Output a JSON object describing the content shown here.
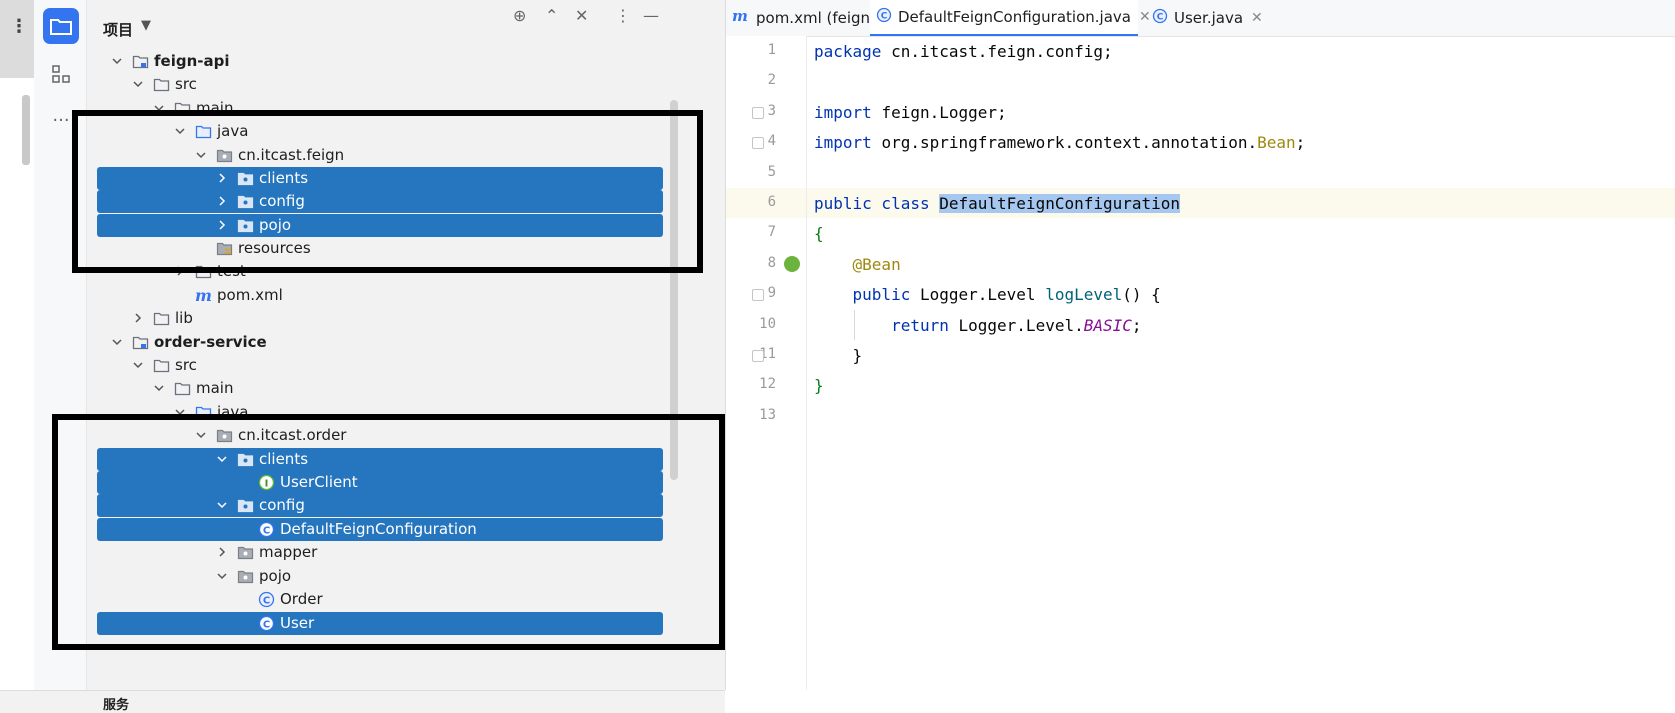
{
  "project_panel": {
    "title": "项目",
    "tree": [
      {
        "label": "feign-api",
        "type": "module",
        "bold": true,
        "expanded": true,
        "selected": false
      },
      {
        "label": "src",
        "type": "folder",
        "expanded": true,
        "selected": false
      },
      {
        "label": "main",
        "type": "folder",
        "expanded": true,
        "selected": false
      },
      {
        "label": "java",
        "type": "source-folder",
        "expanded": true,
        "selected": false
      },
      {
        "label": "cn.itcast.feign",
        "type": "package",
        "expanded": true,
        "selected": false
      },
      {
        "label": "clients",
        "type": "package",
        "expanded": false,
        "selected": true
      },
      {
        "label": "config",
        "type": "package",
        "expanded": false,
        "selected": true
      },
      {
        "label": "pojo",
        "type": "package",
        "expanded": false,
        "selected": true
      },
      {
        "label": "resources",
        "type": "resources",
        "expanded": null,
        "selected": false
      },
      {
        "label": "test",
        "type": "folder",
        "expanded": false,
        "selected": false
      },
      {
        "label": "pom.xml",
        "type": "maven",
        "expanded": null,
        "selected": false
      },
      {
        "label": "lib",
        "type": "folder",
        "expanded": false,
        "selected": false
      },
      {
        "label": "order-service",
        "type": "module",
        "bold": true,
        "expanded": true,
        "selected": false
      },
      {
        "label": "src",
        "type": "folder",
        "expanded": true,
        "selected": false
      },
      {
        "label": "main",
        "type": "folder",
        "expanded": true,
        "selected": false
      },
      {
        "label": "java",
        "type": "source-folder",
        "expanded": true,
        "selected": false
      },
      {
        "label": "cn.itcast.order",
        "type": "package",
        "expanded": true,
        "selected": false
      },
      {
        "label": "clients",
        "type": "package",
        "expanded": true,
        "selected": true
      },
      {
        "label": "UserClient",
        "type": "interface",
        "expanded": null,
        "selected": true
      },
      {
        "label": "config",
        "type": "package",
        "expanded": true,
        "selected": true
      },
      {
        "label": "DefaultFeignConfiguration",
        "type": "class",
        "expanded": null,
        "selected": true
      },
      {
        "label": "mapper",
        "type": "package",
        "expanded": false,
        "selected": false
      },
      {
        "label": "pojo",
        "type": "package",
        "expanded": true,
        "selected": false
      },
      {
        "label": "Order",
        "type": "class",
        "expanded": null,
        "selected": false
      },
      {
        "label": "User",
        "type": "class",
        "expanded": null,
        "selected": true
      }
    ],
    "bottom_label": "服务"
  },
  "tabs": [
    {
      "label": "pom.xml (feign-api)",
      "icon": "maven-icon",
      "active": false
    },
    {
      "label": "DefaultFeignConfiguration.java",
      "icon": "class-icon",
      "active": true
    },
    {
      "label": "User.java",
      "icon": "class-icon",
      "active": false
    }
  ],
  "editor": {
    "current_line": 6,
    "lines": [
      {
        "num": "1",
        "tokens": [
          {
            "t": "package ",
            "c": "kw"
          },
          {
            "t": "cn.itcast.feign.config;",
            "c": ""
          }
        ]
      },
      {
        "num": "2",
        "tokens": []
      },
      {
        "num": "3",
        "tokens": [
          {
            "t": "import ",
            "c": "kw"
          },
          {
            "t": "feign.Logger;",
            "c": ""
          }
        ]
      },
      {
        "num": "4",
        "tokens": [
          {
            "t": "import ",
            "c": "kw"
          },
          {
            "t": "org.springframework.context.annotation.",
            "c": ""
          },
          {
            "t": "Bean",
            "c": "ann"
          },
          {
            "t": ";",
            "c": ""
          }
        ]
      },
      {
        "num": "5",
        "tokens": []
      },
      {
        "num": "6",
        "tokens": [
          {
            "t": "public class ",
            "c": "kw"
          },
          {
            "t": "DefaultFeignConfiguration",
            "c": "hl"
          }
        ]
      },
      {
        "num": "7",
        "tokens": [
          {
            "t": "{",
            "c": "br"
          }
        ]
      },
      {
        "num": "8",
        "tokens": [
          {
            "t": "    ",
            "c": ""
          },
          {
            "t": "@Bean",
            "c": "ann"
          }
        ]
      },
      {
        "num": "9",
        "tokens": [
          {
            "t": "    ",
            "c": ""
          },
          {
            "t": "public ",
            "c": "kw"
          },
          {
            "t": "Logger.Level ",
            "c": ""
          },
          {
            "t": "logLevel",
            "c": "fn"
          },
          {
            "t": "() {",
            "c": ""
          }
        ]
      },
      {
        "num": "10",
        "tokens": [
          {
            "t": "        ",
            "c": ""
          },
          {
            "t": "return ",
            "c": "kw"
          },
          {
            "t": "Logger.Level.",
            "c": ""
          },
          {
            "t": "BASIC",
            "c": "it"
          },
          {
            "t": ";",
            "c": ""
          }
        ]
      },
      {
        "num": "11",
        "tokens": [
          {
            "t": "    }",
            "c": ""
          }
        ]
      },
      {
        "num": "12",
        "tokens": [
          {
            "t": "}",
            "c": "br"
          }
        ]
      },
      {
        "num": "13",
        "tokens": []
      }
    ]
  },
  "colors": {
    "selection": "#2675bf",
    "keyword": "#0033b3",
    "annotation": "#9e880d",
    "accent": "#3574f0"
  }
}
